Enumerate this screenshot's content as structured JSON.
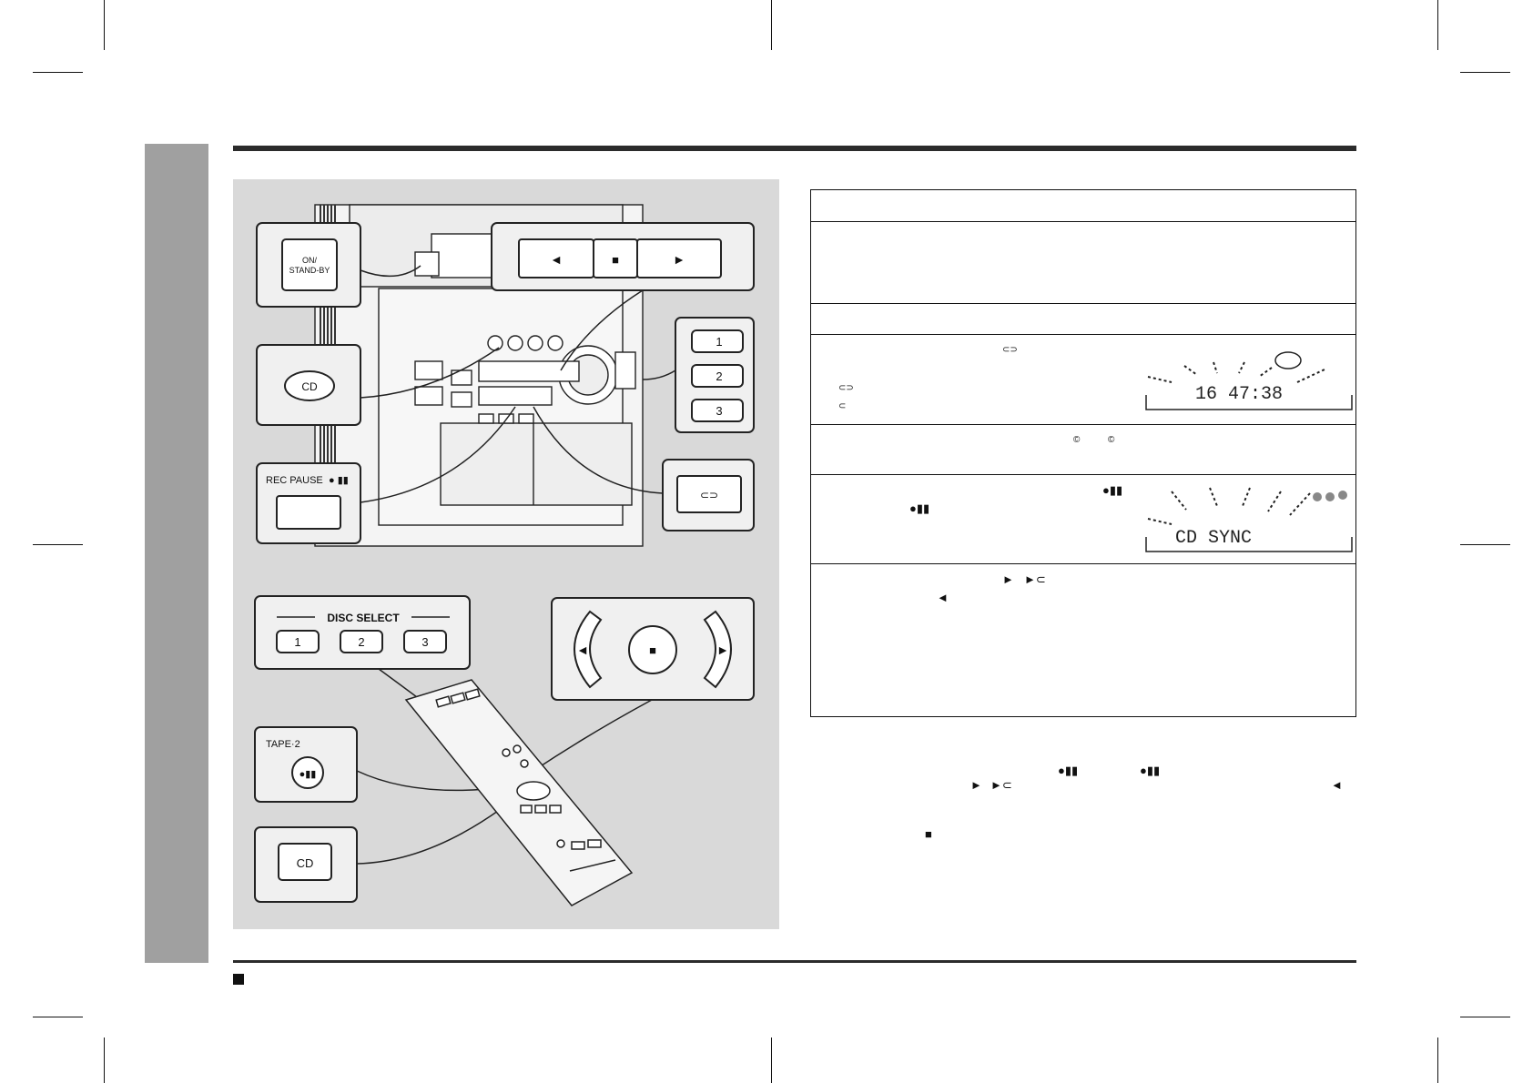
{
  "illustration": {
    "on_standby_label": "ON/\nSTAND-BY",
    "on_label": "ON/",
    "standby_label": "STAND-BY",
    "cd_label": "CD",
    "rec_pause_label": "REC PAUSE",
    "rec_pause_symbol": "● ▮▮",
    "rew_symbol": "◄",
    "stop_symbol": "■",
    "play_symbol": "►",
    "disc_buttons": [
      "1",
      "2",
      "3"
    ],
    "disc_select_label": "DISC SELECT",
    "tape2_label": "TAPE·2",
    "tape2_symbol": "●▮▮",
    "remote_cd_label": "CD",
    "remote_rew_symbol": "◄",
    "remote_stop_symbol": "■",
    "remote_play_symbol": "►"
  },
  "steps": {
    "row4_symbol": "⊂⊃",
    "row4_left_symbol_1": "⊂⊃",
    "row4_left_symbol_2": "⊂",
    "row4_lcd_text": "16  47:38",
    "row5_symbol_1": "©",
    "row5_symbol_2": "©",
    "row6_symbol_1": "●▮▮",
    "row6_symbol_2": "●▮▮",
    "row6_lcd_text": "CD  SYNC",
    "row7_symbol_1": "►",
    "row7_symbol_2": "►⊂",
    "row7_symbol_3": "◄"
  },
  "notes": {
    "sym_1": "●▮▮",
    "sym_2": "●▮▮",
    "sym_3": "►",
    "sym_4": "►⊂",
    "sym_5": "◄",
    "sym_6": "■"
  },
  "footer": {
    "mark": "■"
  }
}
